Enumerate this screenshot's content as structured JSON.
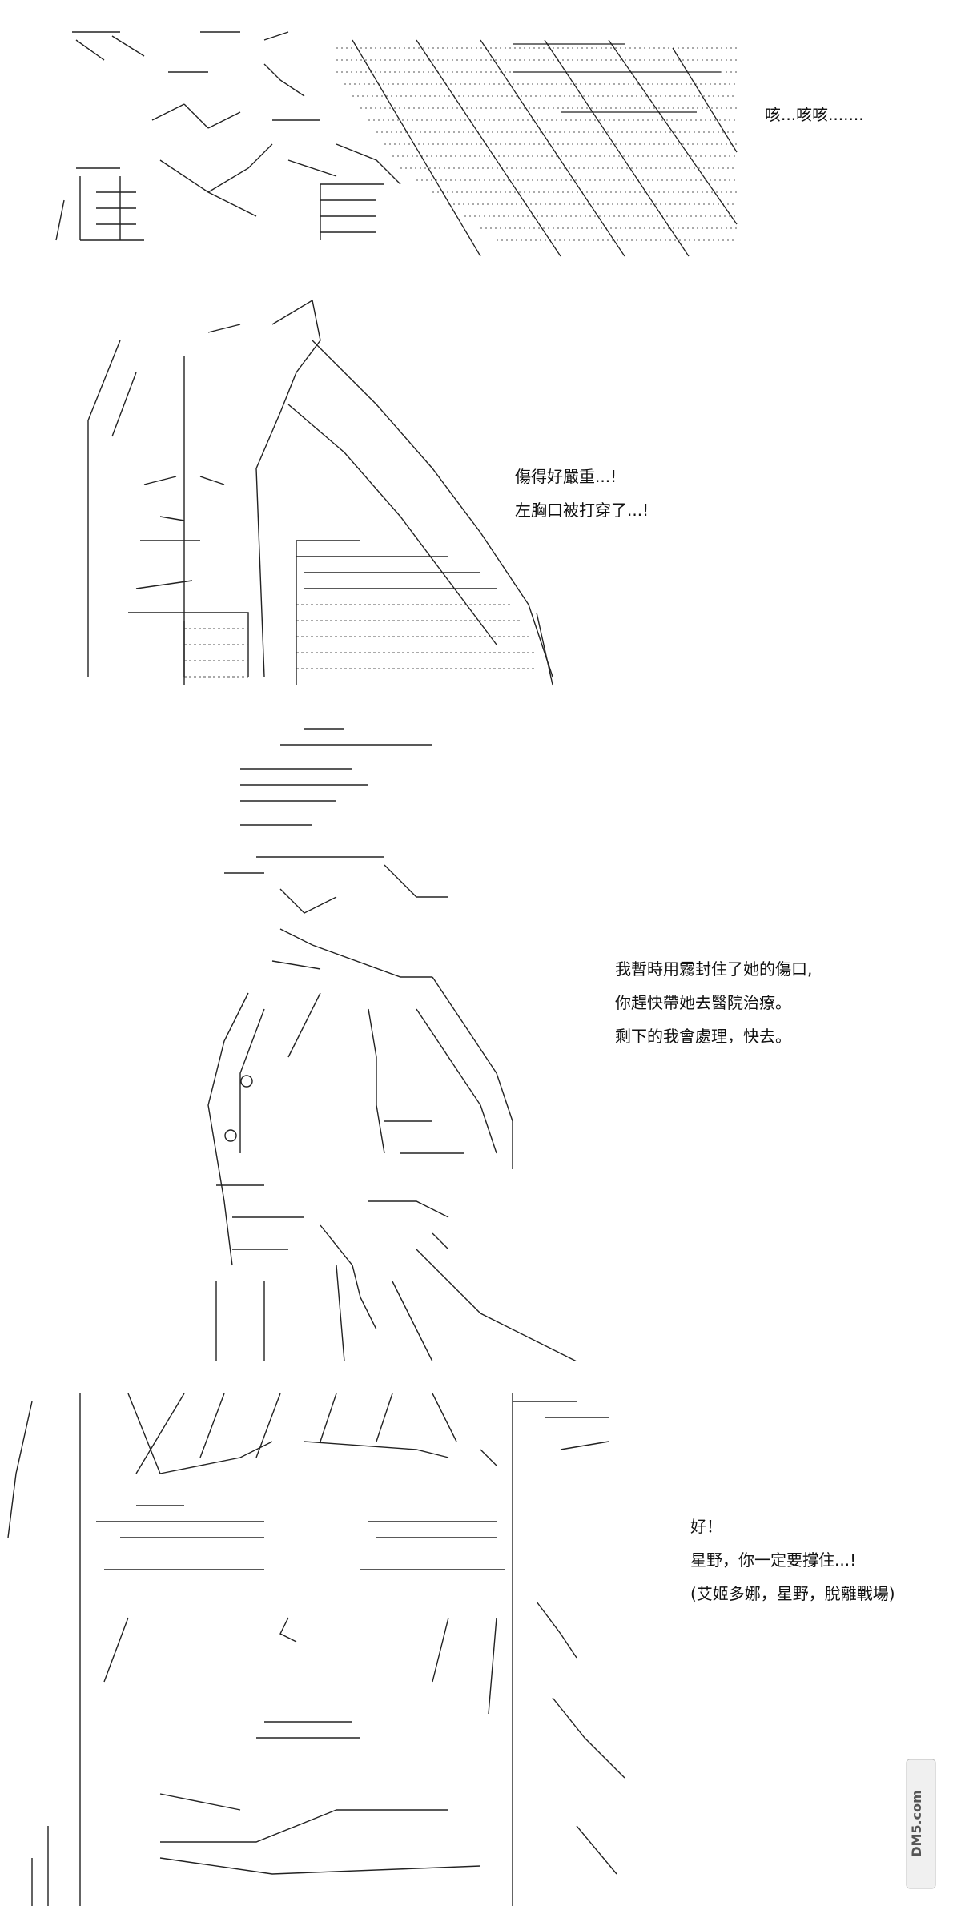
{
  "panels": [
    {
      "id": "panel-1",
      "lines": [
        "咳...咳咳......."
      ]
    },
    {
      "id": "panel-2",
      "lines": [
        "傷得好嚴重...!",
        "左胸口被打穿了...!"
      ]
    },
    {
      "id": "panel-3",
      "lines": [
        "我暫時用霧封住了她的傷口,",
        "你趕快帶她去醫院治療。",
        "剩下的我會處理，快去。"
      ]
    },
    {
      "id": "panel-4",
      "lines": [
        "好！",
        "星野，你一定要撐住...!",
        "(艾姬多娜，星野，脫離戰場)"
      ]
    }
  ],
  "watermark": {
    "text": "DM5.com"
  }
}
